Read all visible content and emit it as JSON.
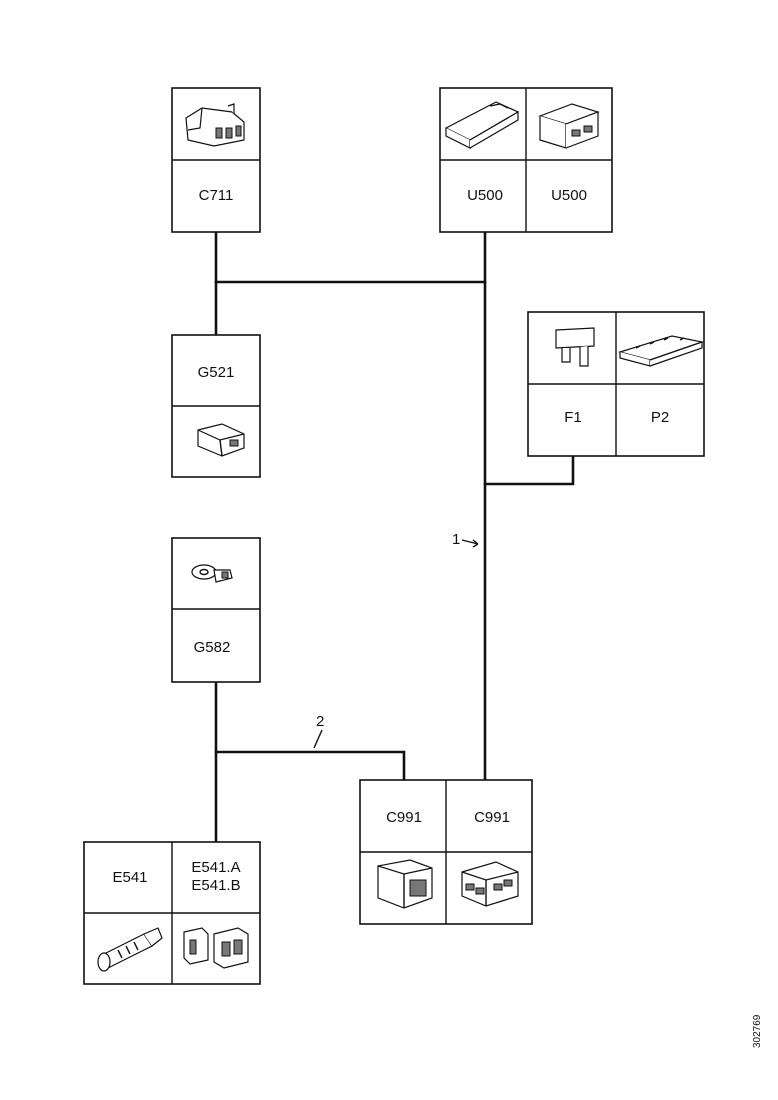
{
  "components": {
    "c711": {
      "label": "C711",
      "icon": "connector-icon"
    },
    "u500a": {
      "label": "U500",
      "icon": "control-module-icon"
    },
    "u500b": {
      "label": "U500",
      "icon": "module-box-icon"
    },
    "g521": {
      "label": "G521",
      "icon": "connector-icon"
    },
    "f1": {
      "label": "F1",
      "icon": "fuse-icon"
    },
    "p2": {
      "label": "P2",
      "icon": "fuse-box-icon"
    },
    "g582": {
      "label": "G582",
      "icon": "ground-terminal-icon"
    },
    "c991a": {
      "label": "C991",
      "icon": "connector-icon"
    },
    "c991b": {
      "label": "C991",
      "icon": "connector-icon"
    },
    "e541": {
      "label": "E541",
      "icon": "lamp-icon"
    },
    "e541ab": {
      "label_line1": "E541.A",
      "label_line2": "E541.B",
      "icon": "connector-pair-icon"
    }
  },
  "harness_labels": {
    "wire1": "1",
    "wire2": "2"
  },
  "document_id": "302769"
}
